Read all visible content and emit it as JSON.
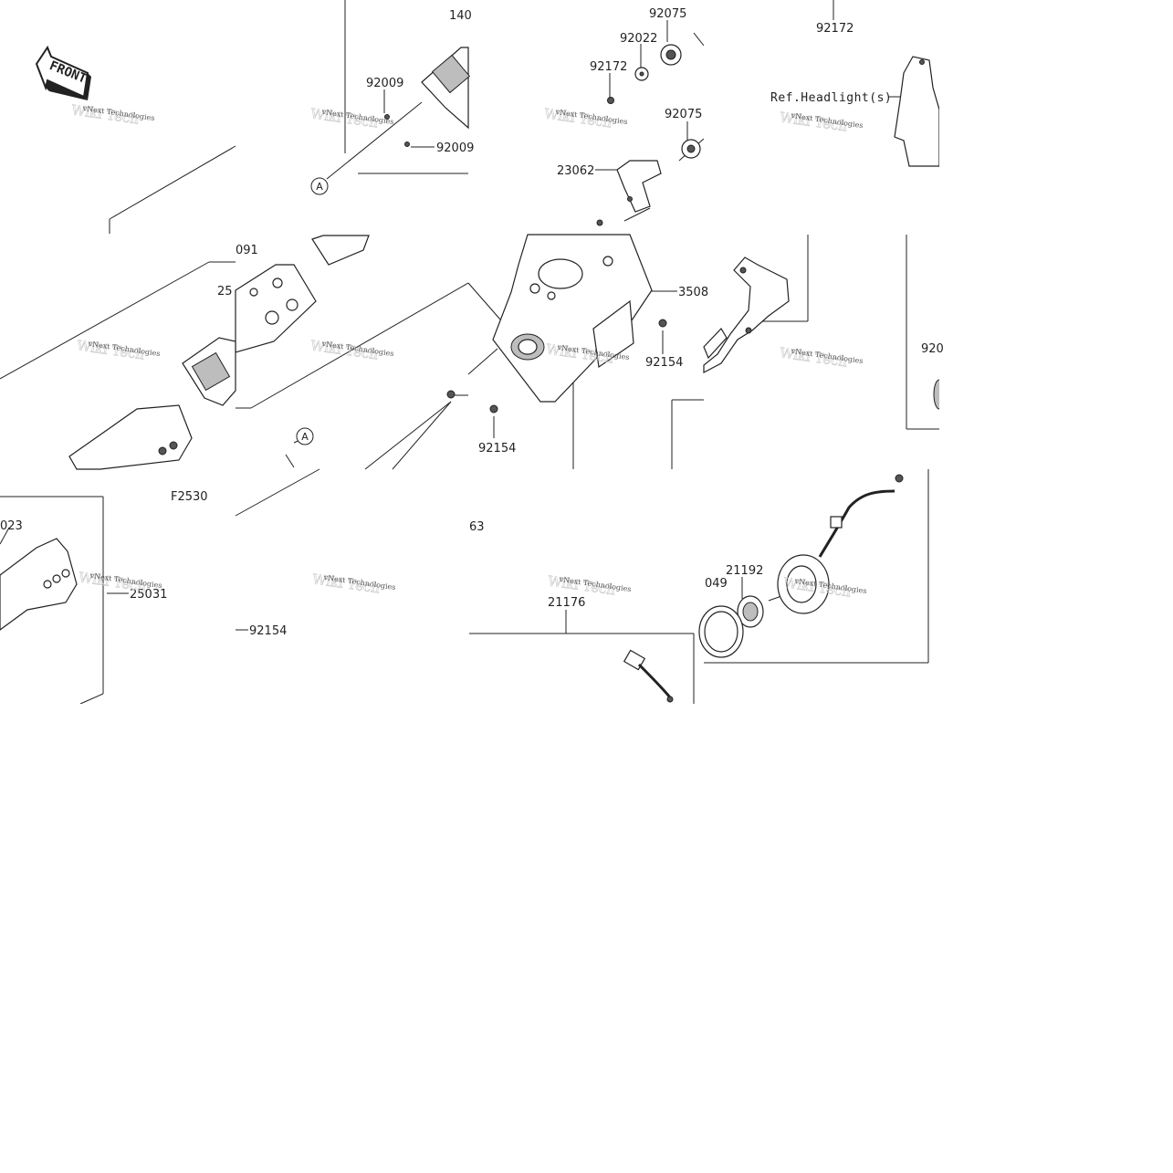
{
  "front_logo": {
    "text": "FRONT",
    "icon": "front-arrow-icon"
  },
  "figure_code": "F2530",
  "reference_label": "Ref.Headlight(s)",
  "watermark": {
    "text": "vNext Technologies",
    "ghost": "Wiki Tech"
  },
  "callout_marker": "A",
  "part_labels": {
    "p92009_a": "92009",
    "p92009_b": "92009",
    "p140_partial": "140",
    "p92075_a": "92075",
    "p92022": "92022",
    "p92172_a": "92172",
    "p92075_b": "92075",
    "p23062": "23062",
    "p92172_top": "92172",
    "p091_partial": "091",
    "p25_partial": "25",
    "p3508_partial": "3508",
    "p92154_a": "92154",
    "p92154_b": "92154",
    "p92154_c": "92154",
    "p920_partial": "920",
    "p023_partial": "023",
    "p25031": "25031",
    "p63_partial": "63",
    "p21176": "21176",
    "p049_partial": "049",
    "p21192": "21192"
  }
}
